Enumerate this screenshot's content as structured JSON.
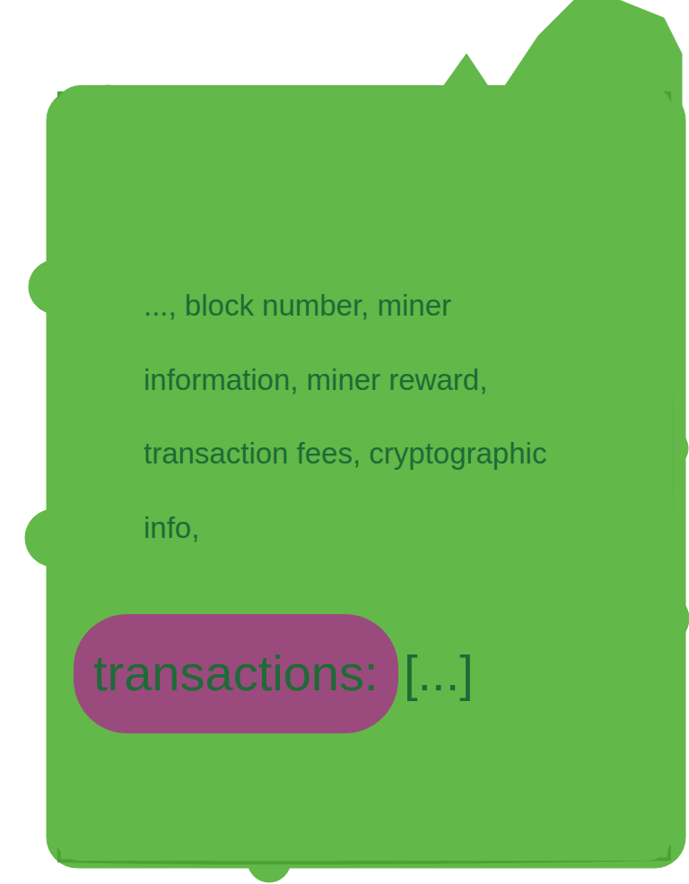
{
  "diagram": {
    "nodes": [
      {
        "text": [
          "..., block number, miner information, miner reward, transaction fees, cryptographic info,",
          "[...]"
        ]
      },
      {
        "text": [
          "transactions:"
        ],
        "in": 0
      }
    ]
  }
}
